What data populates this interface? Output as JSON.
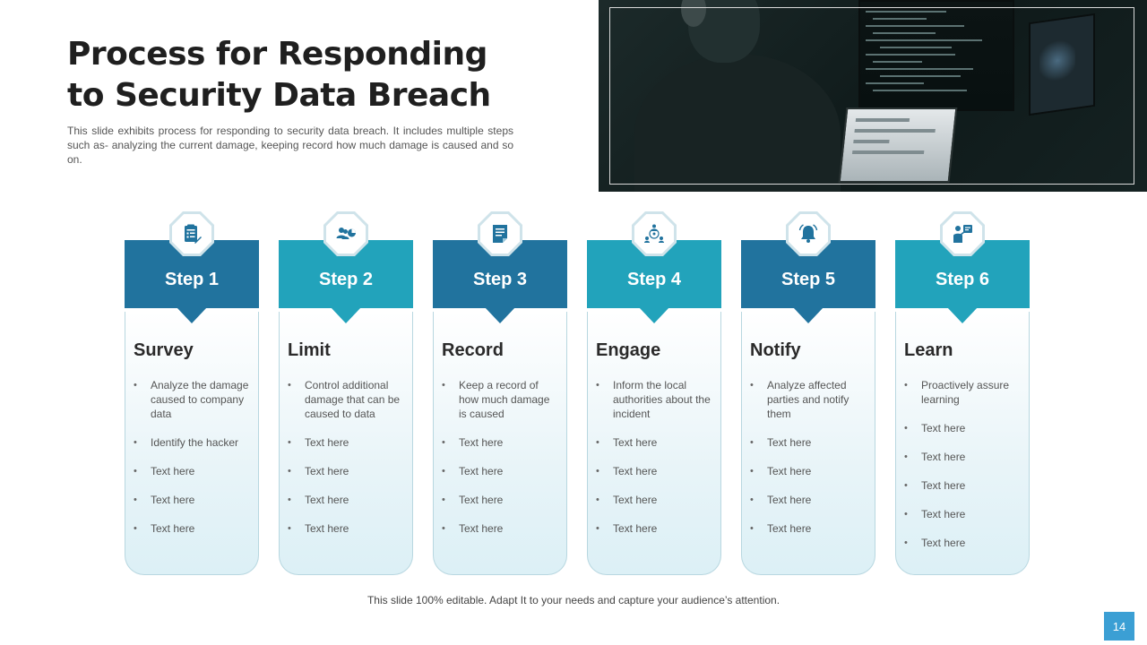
{
  "slide": {
    "title_line1": "Process for Responding",
    "title_line2": "to Security Data Breach",
    "subtitle": "This slide exhibits process for responding to security data breach. It includes multiple steps such as-  analyzing the current damage,  keeping record  how much damage is caused and so on.",
    "footer": "This slide 100% editable. Adapt  It to your needs and capture your audience’s attention.",
    "page_number": "14"
  },
  "colors": {
    "dark_header": "#21739e",
    "light_header": "#22a3bb",
    "page_badge": "#3b9fd4"
  },
  "steps": [
    {
      "label": "Step 1",
      "title": "Survey",
      "icon": "clipboard-chart-icon",
      "bullets": [
        "Analyze the damage caused to company data",
        "Identify the hacker",
        "Text here",
        "Text here",
        "Text here"
      ]
    },
    {
      "label": "Step 2",
      "title": "Limit",
      "icon": "people-pie-chart-icon",
      "bullets": [
        "Control additional damage that can be caused to data",
        "Text here",
        "Text here",
        "Text here",
        "Text here"
      ]
    },
    {
      "label": "Step 3",
      "title": "Record",
      "icon": "document-icon",
      "bullets": [
        "Keep a record of how much damage is caused",
        "Text here",
        "Text here",
        "Text here",
        "Text here"
      ]
    },
    {
      "label": "Step 4",
      "title": "Engage",
      "icon": "network-people-icon",
      "bullets": [
        "Inform the local authorities about the incident",
        "Text here",
        "Text here",
        "Text here",
        "Text here"
      ]
    },
    {
      "label": "Step 5",
      "title": "Notify",
      "icon": "bell-icon",
      "bullets": [
        "Analyze affected parties and notify them",
        "Text here",
        "Text here",
        "Text here",
        " Text here"
      ]
    },
    {
      "label": "Step 6",
      "title": "Learn",
      "icon": "person-board-icon",
      "bullets": [
        "Proactively assure learning",
        "Text here",
        "Text here",
        "Text here",
        "Text here",
        "Text here"
      ]
    }
  ]
}
